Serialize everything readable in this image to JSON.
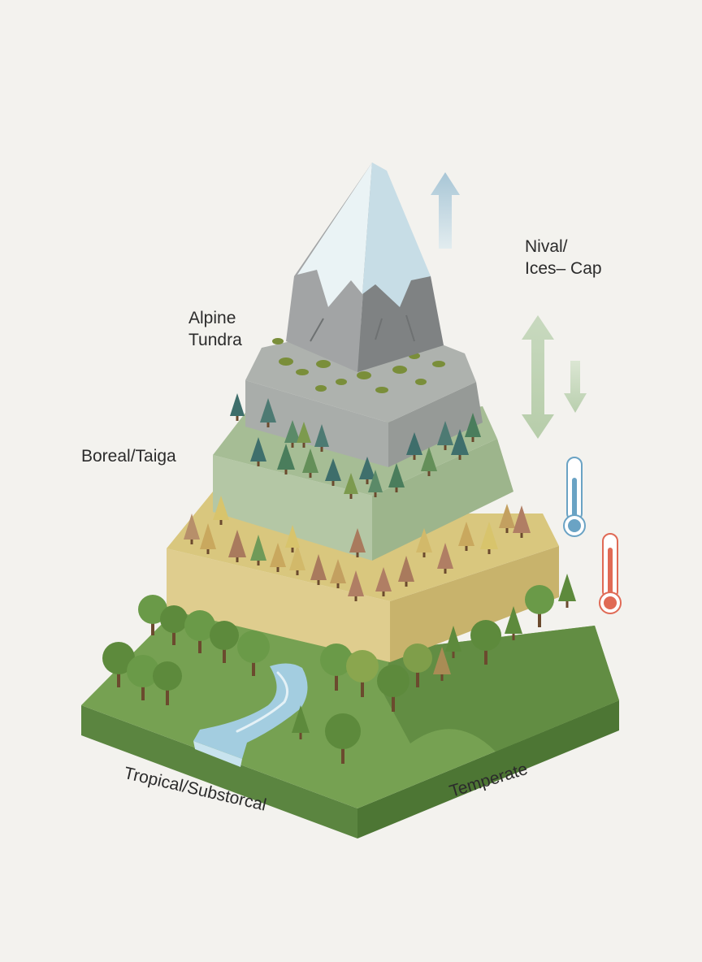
{
  "zones": {
    "nival": {
      "line1": "Nival/",
      "line2": "Ices– Cap"
    },
    "alpine": {
      "line1": "Alpine",
      "line2": "Tundra"
    },
    "boreal": {
      "label": "Boreal/Taiga"
    },
    "tropical": {
      "label": "Tropical/Substorcal"
    },
    "temperate": {
      "label": "Temperate"
    }
  },
  "icons": [
    "up-arrow-icon",
    "double-arrow-icon",
    "down-arrow-icon",
    "cold-thermometer-icon",
    "warm-thermometer-icon"
  ],
  "colors": {
    "background": "#f3f2ee",
    "snow": "#dcebf0",
    "rock": "#8d8f90",
    "alpine_band": "#a5a9a6",
    "boreal_band": "#a9bd9b",
    "temperate_band": "#d5c282",
    "lowland_grass": "#6f9a4e",
    "river": "#a3cde0",
    "conifer": "#3f6f6c",
    "deciduous": "#5d8a3c",
    "autumn_tree": "#b98d5e",
    "cold": "#6aa3c4",
    "warm": "#e06a55",
    "arrow": "#c5d8b9"
  }
}
